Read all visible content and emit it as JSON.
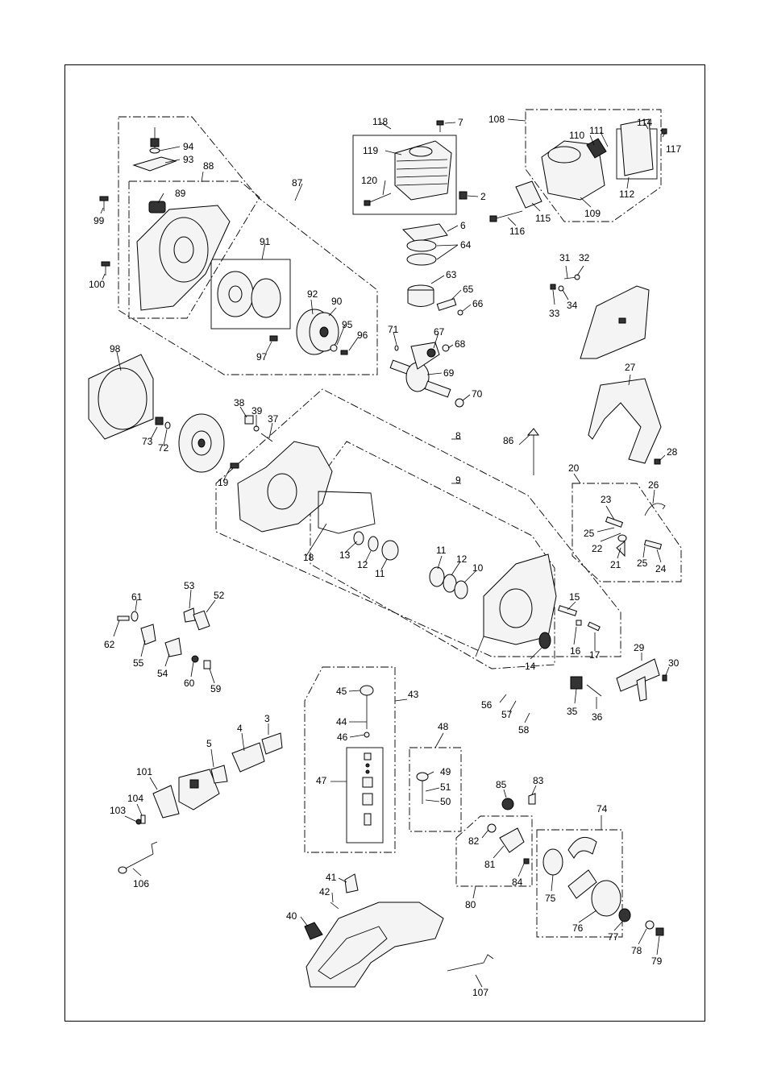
{
  "diagram": {
    "part_numbers": [
      "2",
      "3",
      "4",
      "5",
      "6",
      "7",
      "8",
      "9",
      "10",
      "11",
      "12",
      "13",
      "14",
      "15",
      "16",
      "17",
      "18",
      "19",
      "20",
      "21",
      "22",
      "23",
      "24",
      "25",
      "26",
      "27",
      "28",
      "29",
      "30",
      "31",
      "32",
      "33",
      "34",
      "35",
      "36",
      "37",
      "38",
      "39",
      "40",
      "41",
      "42",
      "43",
      "44",
      "45",
      "46",
      "47",
      "48",
      "49",
      "50",
      "51",
      "52",
      "53",
      "54",
      "55",
      "56",
      "57",
      "58",
      "59",
      "60",
      "61",
      "62",
      "63",
      "64",
      "65",
      "66",
      "67",
      "68",
      "69",
      "70",
      "71",
      "72",
      "73",
      "74",
      "75",
      "76",
      "77",
      "78",
      "79",
      "80",
      "81",
      "82",
      "83",
      "84",
      "85",
      "86",
      "87",
      "88",
      "89",
      "90",
      "91",
      "92",
      "93",
      "94",
      "95",
      "96",
      "97",
      "98",
      "99",
      "100",
      "101",
      "103",
      "104",
      "106",
      "107",
      "108",
      "109",
      "110",
      "111",
      "112",
      "114",
      "115",
      "116",
      "117",
      "118",
      "119",
      "120"
    ],
    "labels": {
      "p2": "2",
      "p3": "3",
      "p4": "4",
      "p5": "5",
      "p6": "6",
      "p7": "7",
      "p8": "8",
      "p9": "9",
      "p10": "10",
      "p11": "11",
      "p11b": "11",
      "p12": "12",
      "p12b": "12",
      "p13": "13",
      "p14": "14",
      "p15": "15",
      "p16": "16",
      "p17": "17",
      "p18": "18",
      "p19": "19",
      "p20": "20",
      "p21": "21",
      "p22": "22",
      "p23": "23",
      "p24": "24",
      "p25": "25",
      "p25b": "25",
      "p26": "26",
      "p27": "27",
      "p28": "28",
      "p29": "29",
      "p30": "30",
      "p31": "31",
      "p32": "32",
      "p33": "33",
      "p34": "34",
      "p35": "35",
      "p36": "36",
      "p37": "37",
      "p38": "38",
      "p39": "39",
      "p40": "40",
      "p41": "41",
      "p42": "42",
      "p43": "43",
      "p44": "44",
      "p45": "45",
      "p46": "46",
      "p47": "47",
      "p48": "48",
      "p49": "49",
      "p50": "50",
      "p51": "51",
      "p52": "52",
      "p53": "53",
      "p54": "54",
      "p55": "55",
      "p56": "56",
      "p57": "57",
      "p58": "58",
      "p59": "59",
      "p60": "60",
      "p61": "61",
      "p62": "62",
      "p63": "63",
      "p64": "64",
      "p65": "65",
      "p66": "66",
      "p67": "67",
      "p68": "68",
      "p69": "69",
      "p70": "70",
      "p71": "71",
      "p72": "72",
      "p73": "73",
      "p74": "74",
      "p75": "75",
      "p76": "76",
      "p77": "77",
      "p78": "78",
      "p79": "79",
      "p80": "80",
      "p81": "81",
      "p82": "82",
      "p83": "83",
      "p84": "84",
      "p85": "85",
      "p86": "86",
      "p87": "87",
      "p88": "88",
      "p89": "89",
      "p90": "90",
      "p91": "91",
      "p92": "92",
      "p93": "93",
      "p94": "94",
      "p95": "95",
      "p96": "96",
      "p97": "97",
      "p98": "98",
      "p99": "99",
      "p100": "100",
      "p101": "101",
      "p103": "103",
      "p104": "104",
      "p106": "106",
      "p107": "107",
      "p108": "108",
      "p109": "109",
      "p110": "110",
      "p111": "111",
      "p112": "112",
      "p114": "114",
      "p115": "115",
      "p116": "116",
      "p117": "117",
      "p118": "118",
      "p119": "119",
      "p120": "120"
    }
  }
}
